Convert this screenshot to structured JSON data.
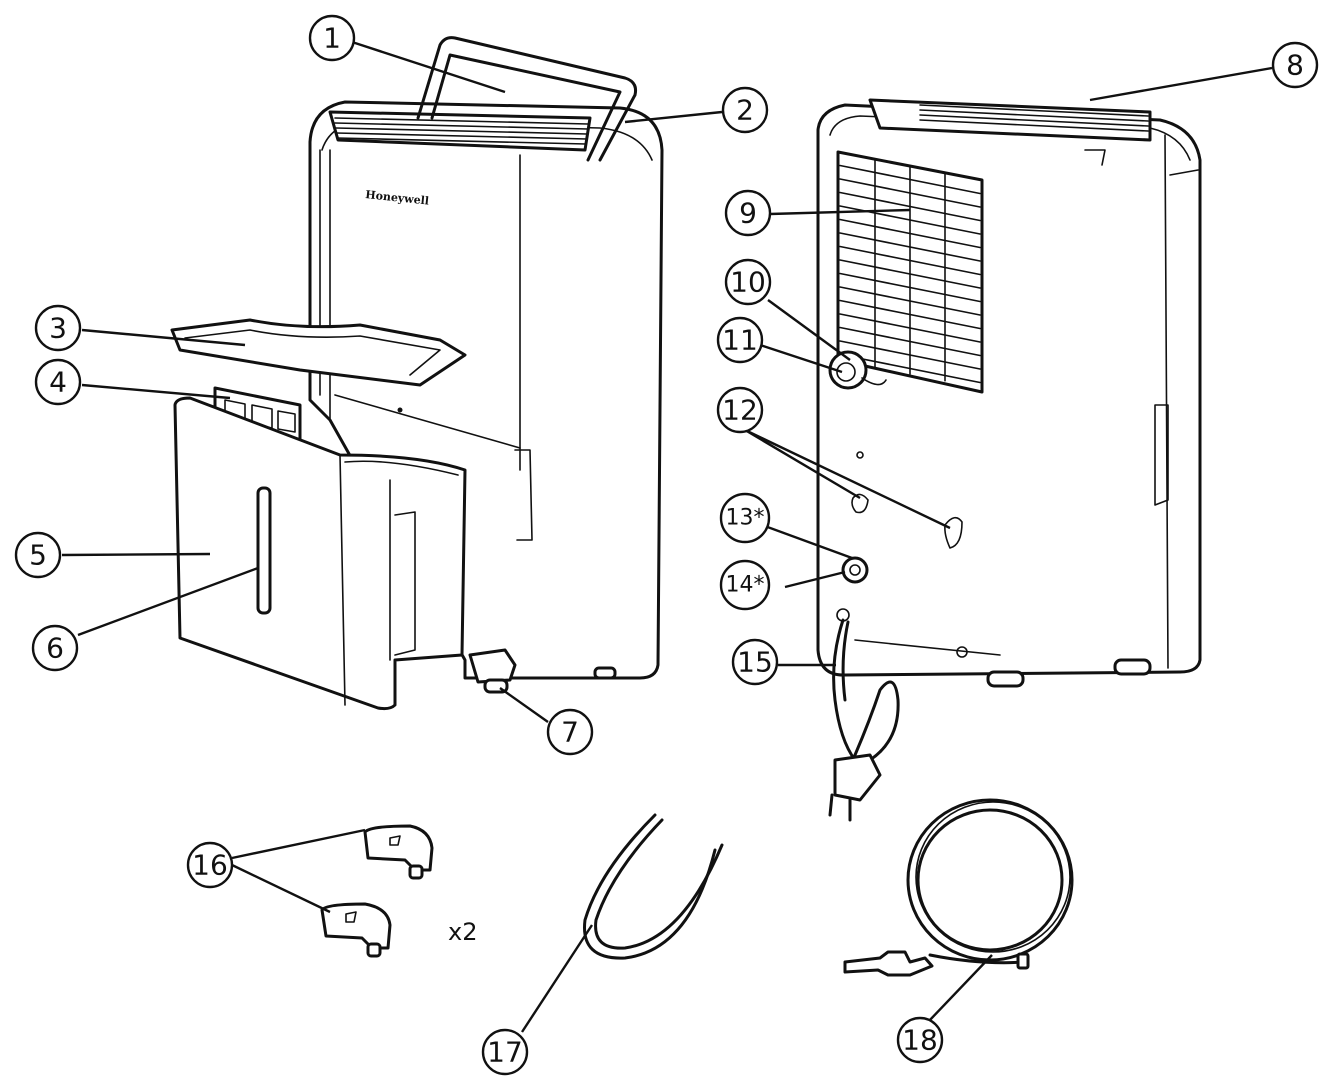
{
  "brand_label": "Honeywell",
  "multiplier_label": "x2",
  "callouts": [
    {
      "id": "1",
      "label": "1"
    },
    {
      "id": "2",
      "label": "2"
    },
    {
      "id": "3",
      "label": "3"
    },
    {
      "id": "4",
      "label": "4"
    },
    {
      "id": "5",
      "label": "5"
    },
    {
      "id": "6",
      "label": "6"
    },
    {
      "id": "7",
      "label": "7"
    },
    {
      "id": "8",
      "label": "8"
    },
    {
      "id": "9",
      "label": "9"
    },
    {
      "id": "10",
      "label": "10"
    },
    {
      "id": "11",
      "label": "11"
    },
    {
      "id": "12",
      "label": "12"
    },
    {
      "id": "13",
      "label": "13*"
    },
    {
      "id": "14",
      "label": "14*"
    },
    {
      "id": "15",
      "label": "15"
    },
    {
      "id": "16",
      "label": "16"
    },
    {
      "id": "17",
      "label": "17"
    },
    {
      "id": "18",
      "label": "18"
    }
  ]
}
